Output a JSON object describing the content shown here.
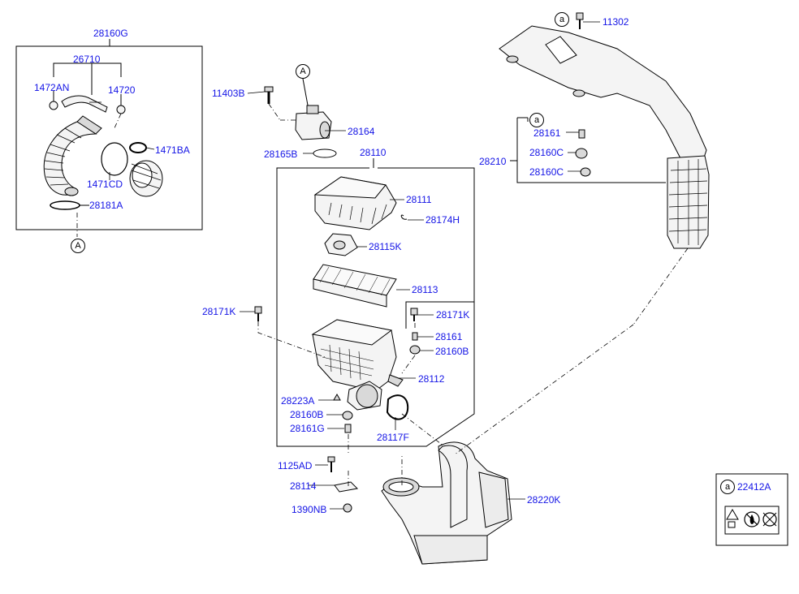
{
  "labels": {
    "p28160G": "28160G",
    "p26710": "26710",
    "p1472AN": "1472AN",
    "p14720": "14720",
    "p1471BA": "1471BA",
    "p1471CD": "1471CD",
    "p28181A": "28181A",
    "p11403B": "11403B",
    "p28164": "28164",
    "p28165B": "28165B",
    "p28110": "28110",
    "p28111": "28111",
    "p28174H": "28174H",
    "p28115K": "28115K",
    "p28113": "28113",
    "p28171K_left": "28171K",
    "p28171K_right": "28171K",
    "p28161_right": "28161",
    "p28160B_right": "28160B",
    "p28112": "28112",
    "p28223A": "28223A",
    "p28160B_left": "28160B",
    "p28161G": "28161G",
    "p28117F": "28117F",
    "p1125AD": "1125AD",
    "p28114": "28114",
    "p1390NB": "1390NB",
    "p28220K": "28220K",
    "p11302": "11302",
    "p28161_top": "28161",
    "p28210": "28210",
    "p28160C_1": "28160C",
    "p28160C_2": "28160C",
    "p22412A": "22412A"
  },
  "refs": {
    "a1": "a",
    "a2": "a",
    "a3": "a",
    "A1": "A",
    "A2": "A"
  },
  "icons": [
    "warning-icon",
    "no-open-flame-icon",
    "no-touch-icon"
  ]
}
